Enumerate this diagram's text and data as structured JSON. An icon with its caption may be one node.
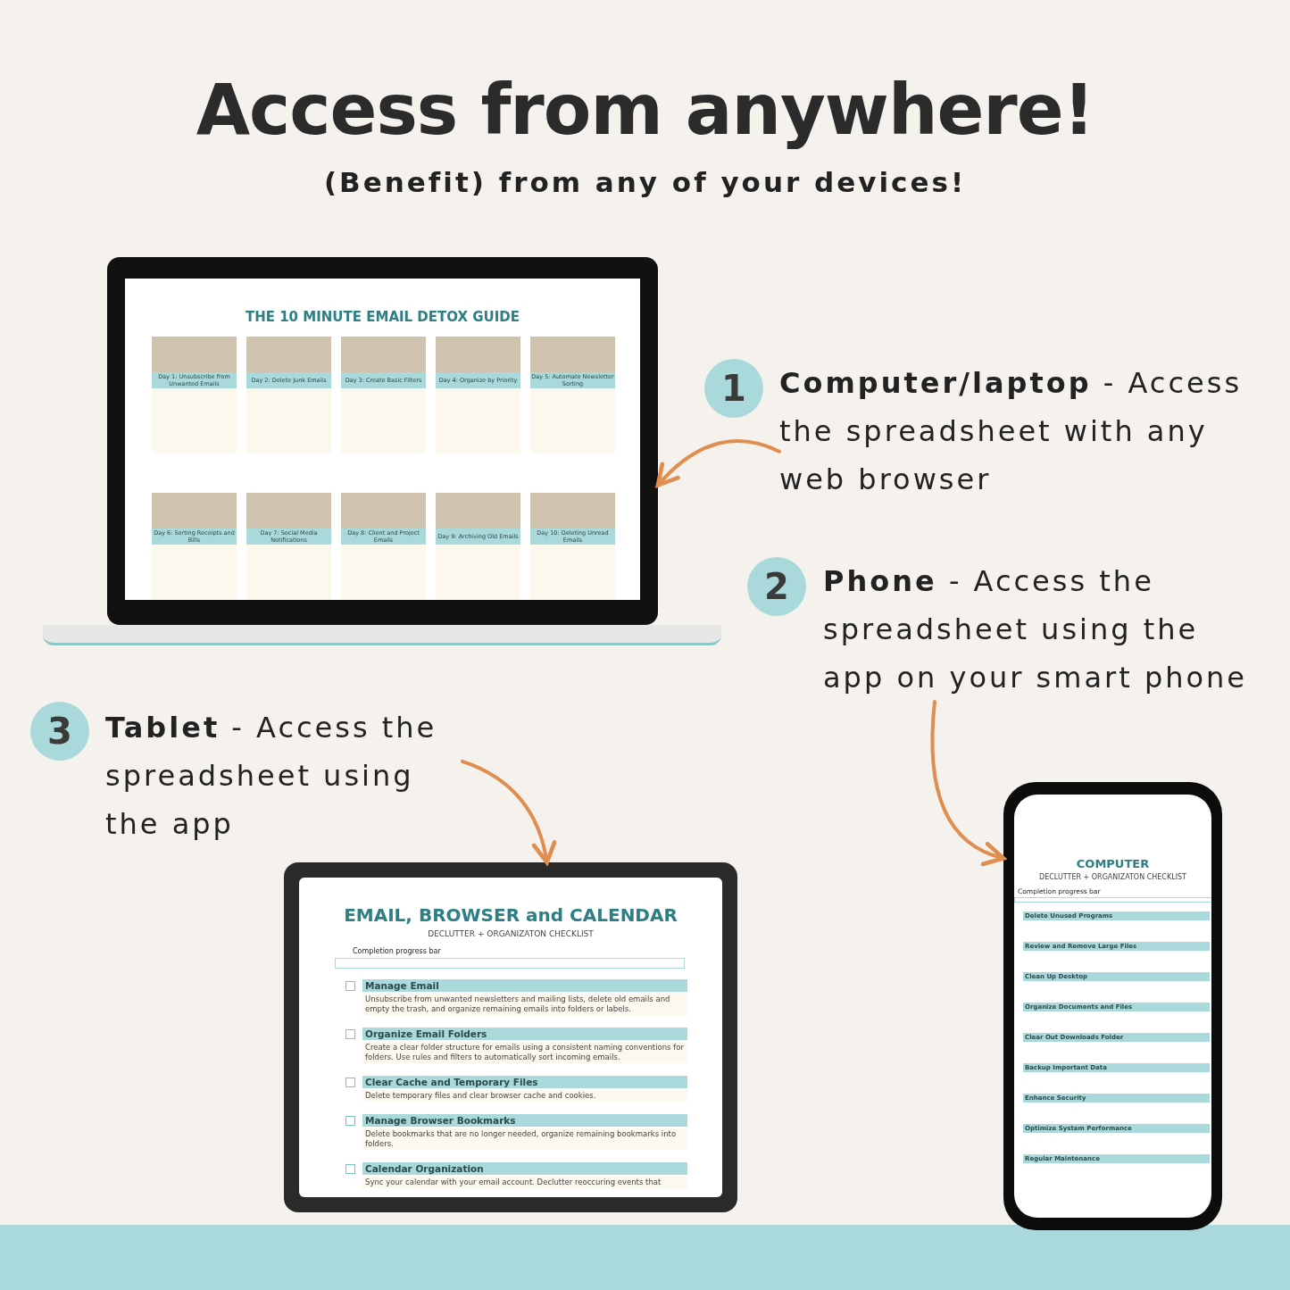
{
  "diagram": {
    "title": "Access from anywhere!",
    "nodes": [
      {
        "text": [
          "THE 10 MINUTE EMAIL DETOX GUIDE",
          "Day 1: Unsubscribe from Unwanted Emails",
          "Day 2: Delete Junk Emails",
          "Day 3: Create Basic Filters",
          "Day 4: Organize by Priority",
          "Day 5: Automate Newsletter Sorting",
          "Day 6: Sorting Receipts and Bills",
          "Day 7: Social Media Notifications",
          "Day 8: Client and Project Emails",
          "Day 9: Archiving Old Emails",
          "Day 10: Deleting Unread Emails"
        ]
      },
      {
        "text": [
          "1"
        ]
      },
      {
        "text": [
          "**Computer/laptop** - Access the spreadsheet with any web browser"
        ]
      },
      {
        "text": [
          "2"
        ]
      },
      {
        "text": [
          "**Phone** - Access the spreadsheet using the app on your smart phone"
        ]
      },
      {
        "text": [
          "3"
        ]
      },
      {
        "text": [
          "**Tablet** - Access the spreadsheet using the app"
        ]
      },
      {
        "text": [
          "EMAIL, BROWSER and CALENDAR",
          "DECLUTTER + ORGANIZATON CHECKLIST",
          "Completion progress bar",
          "Manage Email",
          "Unsubscribe from unwanted newsletters and mailing lists, delete old emails and empty the trash, and organize remaining emails into folders or labels.",
          "Organize Email Folders",
          "Create a clear folder structure for emails using a consistent naming conventions for folders. Use rules and filters to automatically sort incoming emails.",
          "Clear Cache and Temporary Files",
          "Delete temporary files and clear browser cache and cookies.",
          "Manage Browser Bookmarks",
          "Delete bookmarks that are no longer needed, organize remaining bookmarks into folders.",
          "Calendar Organization",
          "Sync your calendar with your email account. Declutter reoccuring events that"
        ]
      },
      {
        "text": [
          "COMPUTER",
          "DECLUTTER + ORGANIZATON CHECKLIST",
          "Completion progress bar",
          "Delete Unused Programs",
          "Review and Remove Large Files",
          "Clean Up Desktop",
          "Organize Documents and Files",
          "Clear Out Downloads Folder",
          "Backup Important Data",
          "Enhance Security",
          "Optimize System Performance",
          "Regular Maintenance"
        ]
      }
    ],
    "edges": [
      {
        "from": 2,
        "to": 0,
        "arrow": "to"
      },
      {
        "from": 4,
        "to": 8,
        "arrow": "to"
      },
      {
        "from": 6,
        "to": 7,
        "arrow": "to"
      }
    ],
    "labels": [
      "(Benefit) from any of your devices!"
    ]
  }
}
